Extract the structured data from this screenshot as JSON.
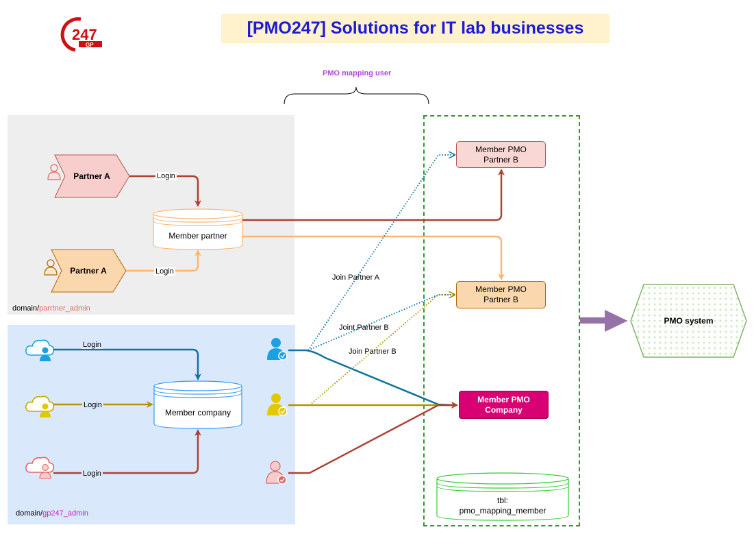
{
  "header": {
    "title": "[PMO247] Solutions for IT lab businesses",
    "logo_text": "247",
    "logo_sub": "GP"
  },
  "labels": {
    "pmo_mapping_user": "PMO mapping user",
    "login": "Login",
    "join_partner_a": "Join Partner A",
    "joint_partner_b": "Joint Partner B",
    "join_partner_b": "Join Partner B"
  },
  "partner_zone": {
    "partner_a_top": "Partner A",
    "partner_a_bottom": "Partner A",
    "member_partner": "Member partner",
    "domain_prefix": "domain/",
    "domain_name": "parrtner_admin"
  },
  "company_zone": {
    "member_company": "Member company",
    "domain_prefix": "domain/",
    "domain_name": "gp247_admin"
  },
  "pmo_zone": {
    "member_pmo_partner_b_1": "Member PMO\nPartner B",
    "member_pmo_partner_b_2": "Member PMO\nPartner B",
    "member_pmo_company": "Member PMO\nCompany",
    "tbl": "tbl:\npmo_mapping_member"
  },
  "pmo_system": "PMO system",
  "colors": {
    "red_edge": "#ae4132",
    "orange_edge": "#ffb570",
    "blue_edge": "#10739e",
    "yellow_edge": "#b09500",
    "purple_arrow": "#9673a6",
    "green_dash": "#2d9b2d"
  }
}
